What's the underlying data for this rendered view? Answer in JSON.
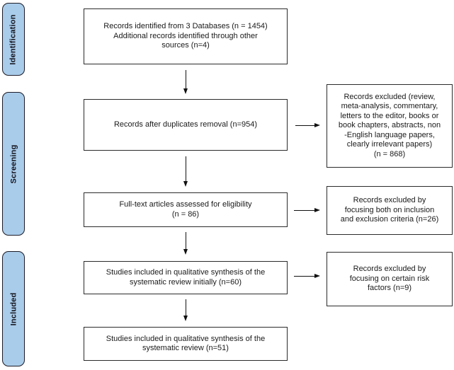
{
  "diagram": {
    "type": "prisma-flow",
    "stages": [
      {
        "label": "Identification"
      },
      {
        "label": "Screening"
      },
      {
        "label": "Included"
      }
    ],
    "flow_boxes": [
      {
        "text": "Records identified from 3 Databases (n = 1454)\nAdditional records identified through other\nsources (n=4)"
      },
      {
        "text": "Records after duplicates removal (n=954)"
      },
      {
        "text": "Full-text articles assessed for eligibility\n(n = 86)"
      },
      {
        "text": "Studies included in qualitative synthesis of the\nsystematic review initially (n=60)"
      },
      {
        "text": "Studies included in qualitative synthesis of the\nsystematic review (n=51)"
      }
    ],
    "exclusion_boxes": [
      {
        "text": "Records excluded (review,\nmeta-analysis, commentary,\nletters to the editor, books or\nbook chapters, abstracts, non\n-English language papers,\nclearly irrelevant papers)\n(n = 868)"
      },
      {
        "text": "Records excluded by\nfocusing both on inclusion\nand exclusion criteria (n=26)"
      },
      {
        "text": "Records excluded by\nfocusing on certain risk\nfactors (n=9)"
      }
    ],
    "colors": {
      "stage_fill": "#a9ccea",
      "stage_border": "#1c1c28",
      "box_fill": "#ffffff",
      "box_border": "#2b2b2b",
      "arrow": "#111111",
      "background": "#ffffff",
      "text": "#1a1a1a"
    }
  }
}
